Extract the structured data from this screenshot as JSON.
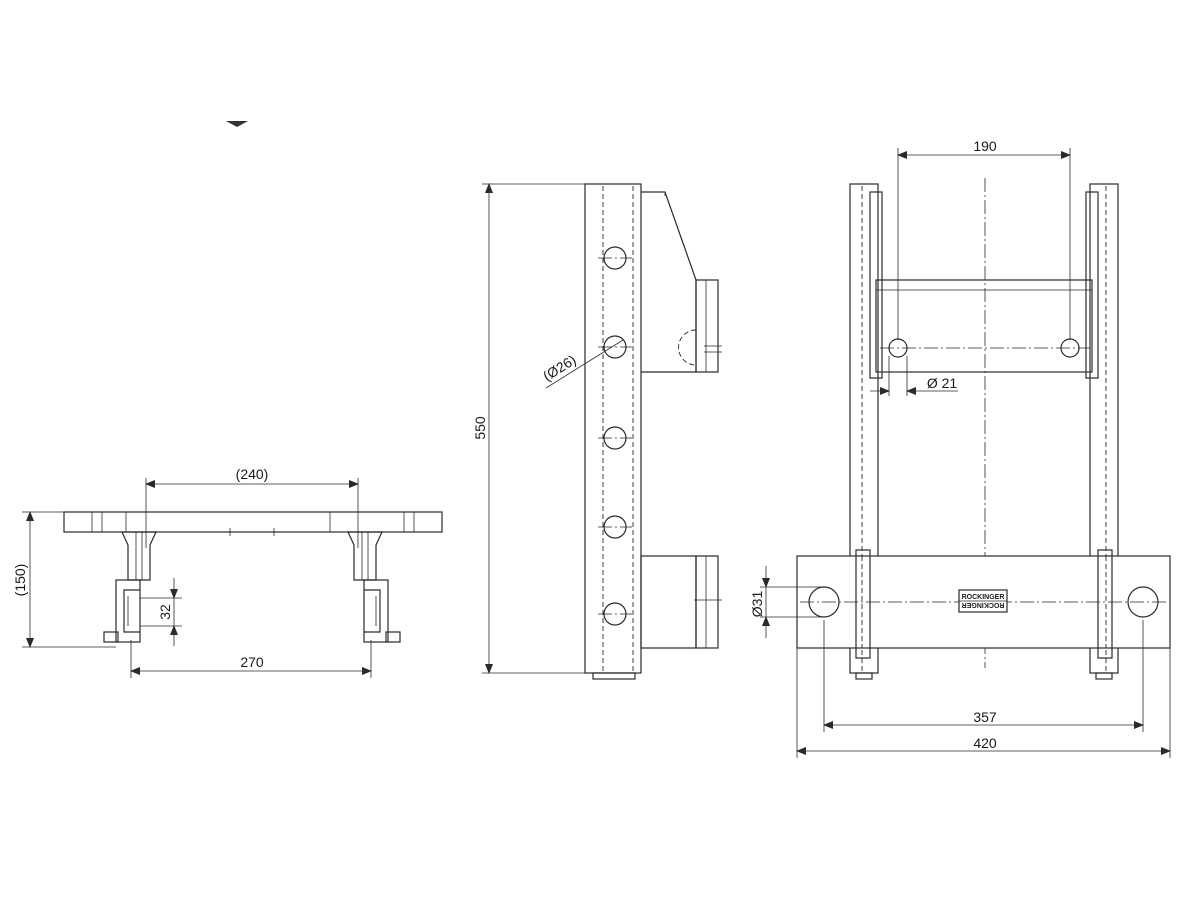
{
  "dimensions": {
    "front_width_bracket": "(240)",
    "front_height": "(150)",
    "front_slot": "32",
    "front_width": "270",
    "side_height": "550",
    "side_hole": "(Ø26)",
    "rear_spacing": "190",
    "rear_pin": "Ø 21",
    "rear_hole": "Ø31",
    "rear_hole_spacing": "357",
    "rear_plate_width": "420"
  },
  "plate": {
    "brand_top": "ROCKINGER",
    "brand_bottom": "ROCKINGER"
  }
}
